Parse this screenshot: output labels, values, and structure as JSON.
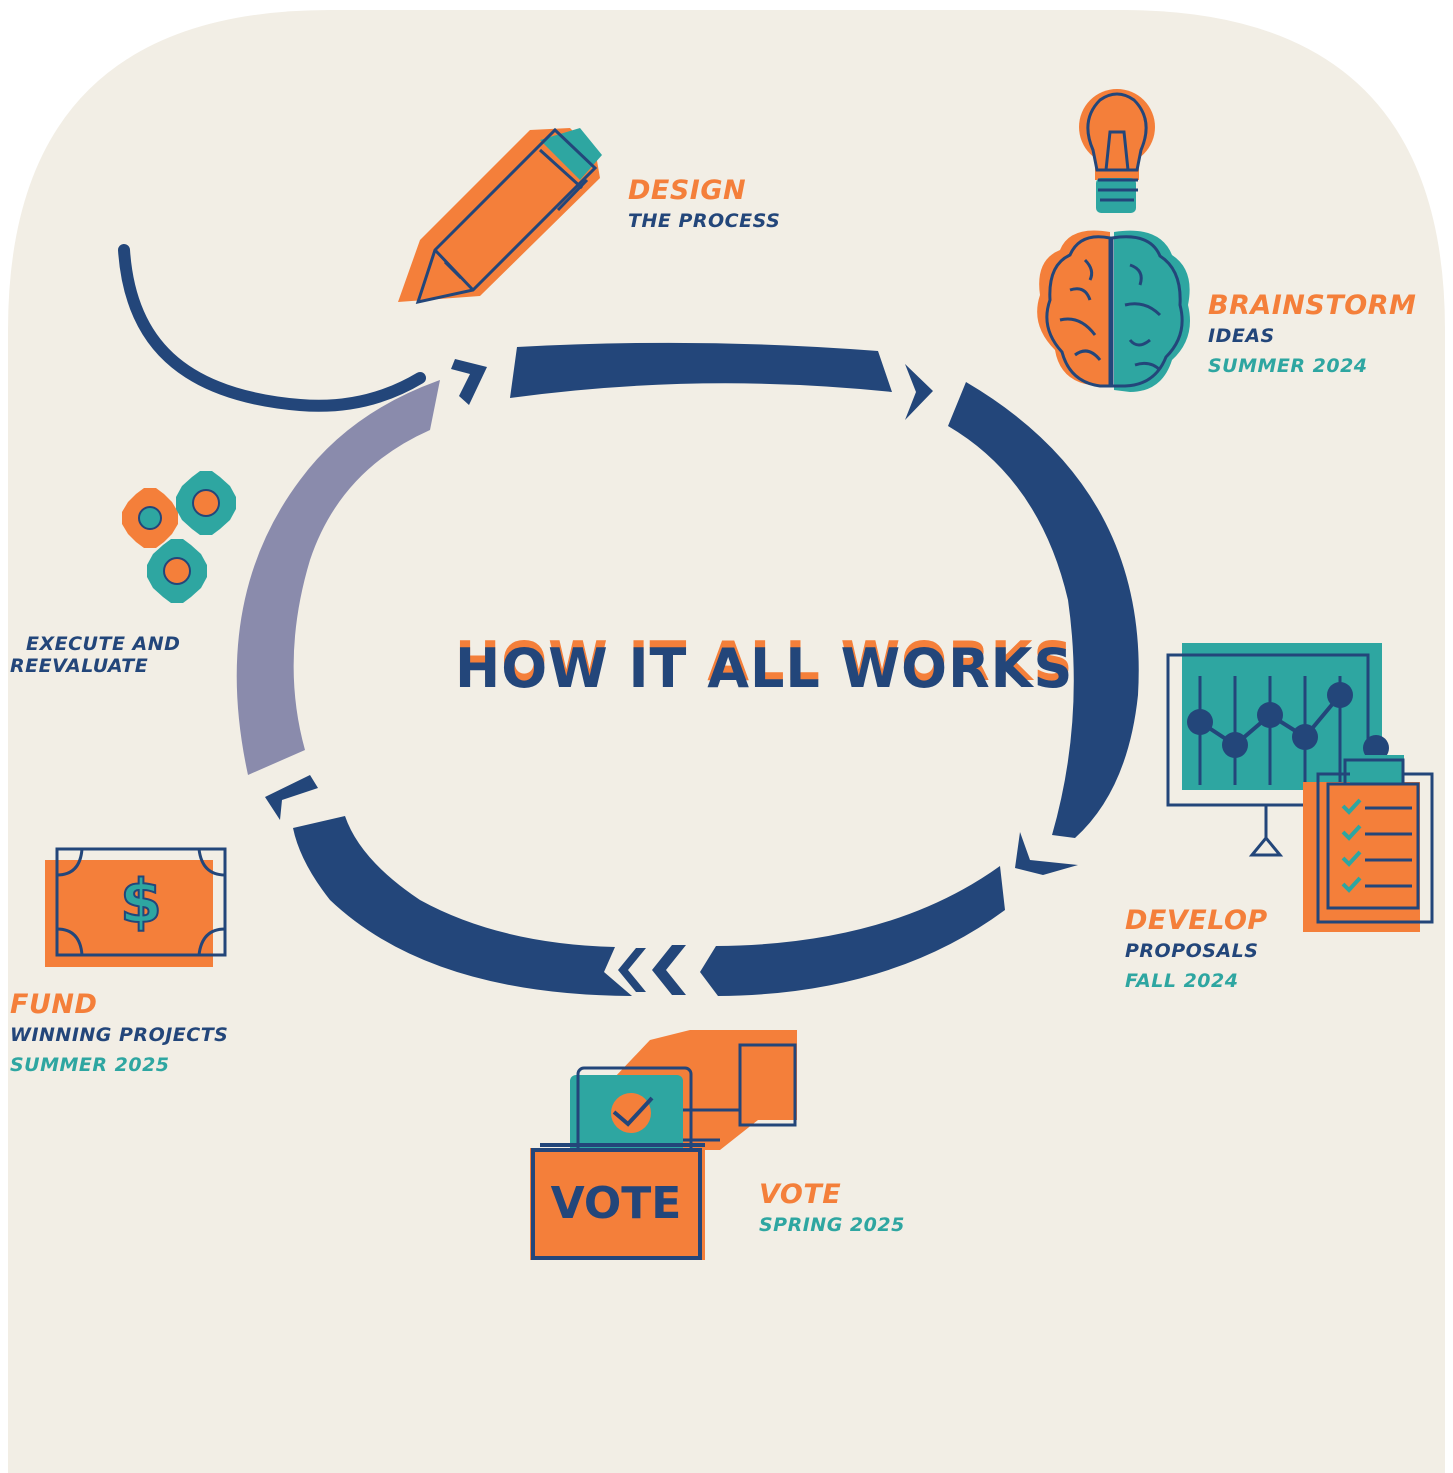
{
  "title": "HOW IT ALL WORKS",
  "colors": {
    "navy": "#23467A",
    "orange": "#F47F3A",
    "teal": "#2EA6A1",
    "lavender": "#8A8BAC",
    "cream": "#F2EEE5"
  },
  "steps": [
    {
      "id": "design",
      "title": "DESIGN",
      "subtitle": "THE PROCESS",
      "icon": "pencil-icon"
    },
    {
      "id": "brainstorm",
      "title": "BRAINSTORM",
      "subtitle": "IDEAS",
      "date": "SUMMER 2024",
      "icon": "brain-icon"
    },
    {
      "id": "develop",
      "title": "DEVELOP",
      "subtitle": "PROPOSALS",
      "date": "FALL 2024",
      "icon": "chart-clipboard-icon"
    },
    {
      "id": "vote",
      "title": "VOTE",
      "date": "SPRING 2025",
      "icon": "ballot-box-icon"
    },
    {
      "id": "fund",
      "title": "FUND",
      "subtitle": "WINNING PROJECTS",
      "date": "SUMMER 2025",
      "icon": "dollar-bill-icon"
    },
    {
      "id": "execute",
      "line1": "EXECUTE AND",
      "line2": "REEVALUATE",
      "icon": "gears-icon"
    }
  ],
  "ballot_label": "VOTE"
}
